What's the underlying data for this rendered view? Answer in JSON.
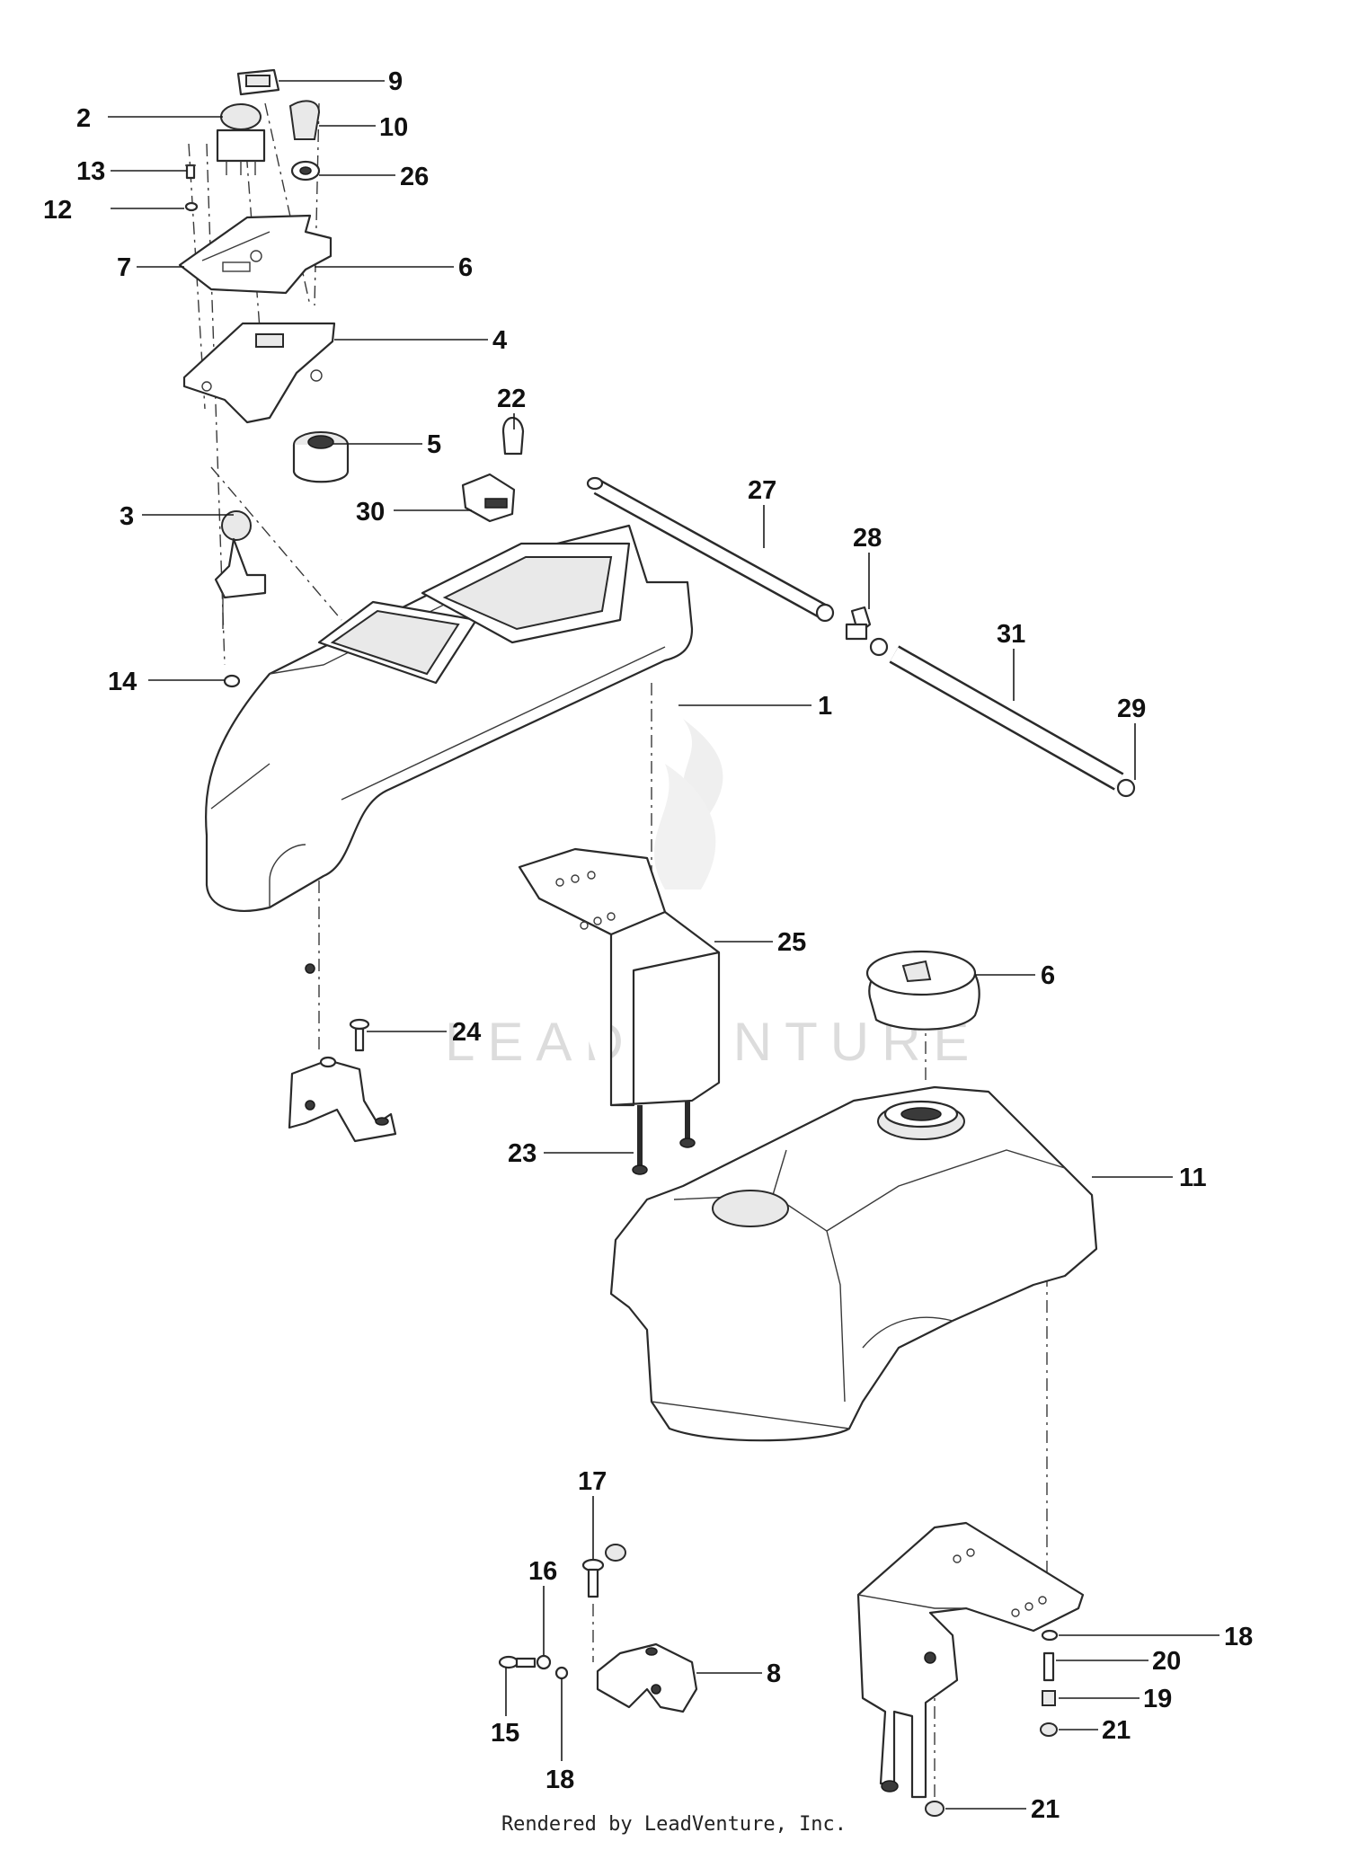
{
  "watermark": "LEADVENTURE",
  "footer": "Rendered by LeadVenture, Inc.",
  "callouts": {
    "c1": "1",
    "c2": "2",
    "c3": "3",
    "c4": "4",
    "c5": "5",
    "c6a": "6",
    "c6b": "6",
    "c7": "7",
    "c8": "8",
    "c9": "9",
    "c10": "10",
    "c11": "11",
    "c12": "12",
    "c13": "13",
    "c14": "14",
    "c15": "15",
    "c16": "16",
    "c17": "17",
    "c18a": "18",
    "c18b": "18",
    "c19": "19",
    "c20": "20",
    "c21a": "21",
    "c21b": "21",
    "c22": "22",
    "c23": "23",
    "c24": "24",
    "c25": "25",
    "c26": "26",
    "c27": "27",
    "c28": "28",
    "c29": "29",
    "c30": "30",
    "c31": "31"
  }
}
